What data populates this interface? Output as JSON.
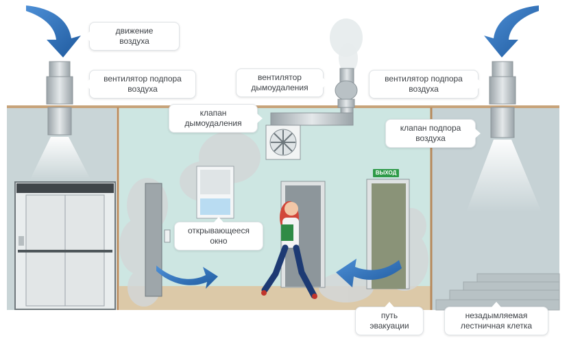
{
  "labels": {
    "air_movement": "движение\nвоздуха",
    "supply_fan_left": "вентилятор подпора\nвоздуха",
    "smoke_exhaust_fan": "вентилятор\nдымоудаления",
    "supply_fan_right": "вентилятор подпора\nвоздуха",
    "smoke_valve": "клапан\nдымоудаления",
    "supply_valve": "клапан подпора\nвоздуха",
    "opening_window": "открывающееся\nокно",
    "evacuation_route": "путь\nэвакуации",
    "smoke_free_stairwell": "незадымляемая\nлестничная клетка"
  },
  "exit_sign": "ВЫХОД",
  "colors": {
    "arrow_blue": "#2f6fb5",
    "wall": "#c8d4d6",
    "room_wall": "#c9e3e0",
    "floor": "#d9c7a6",
    "ceiling_line": "#c7a37a",
    "smoke": "#d7dadb",
    "exit_green": "#2e9a48"
  }
}
